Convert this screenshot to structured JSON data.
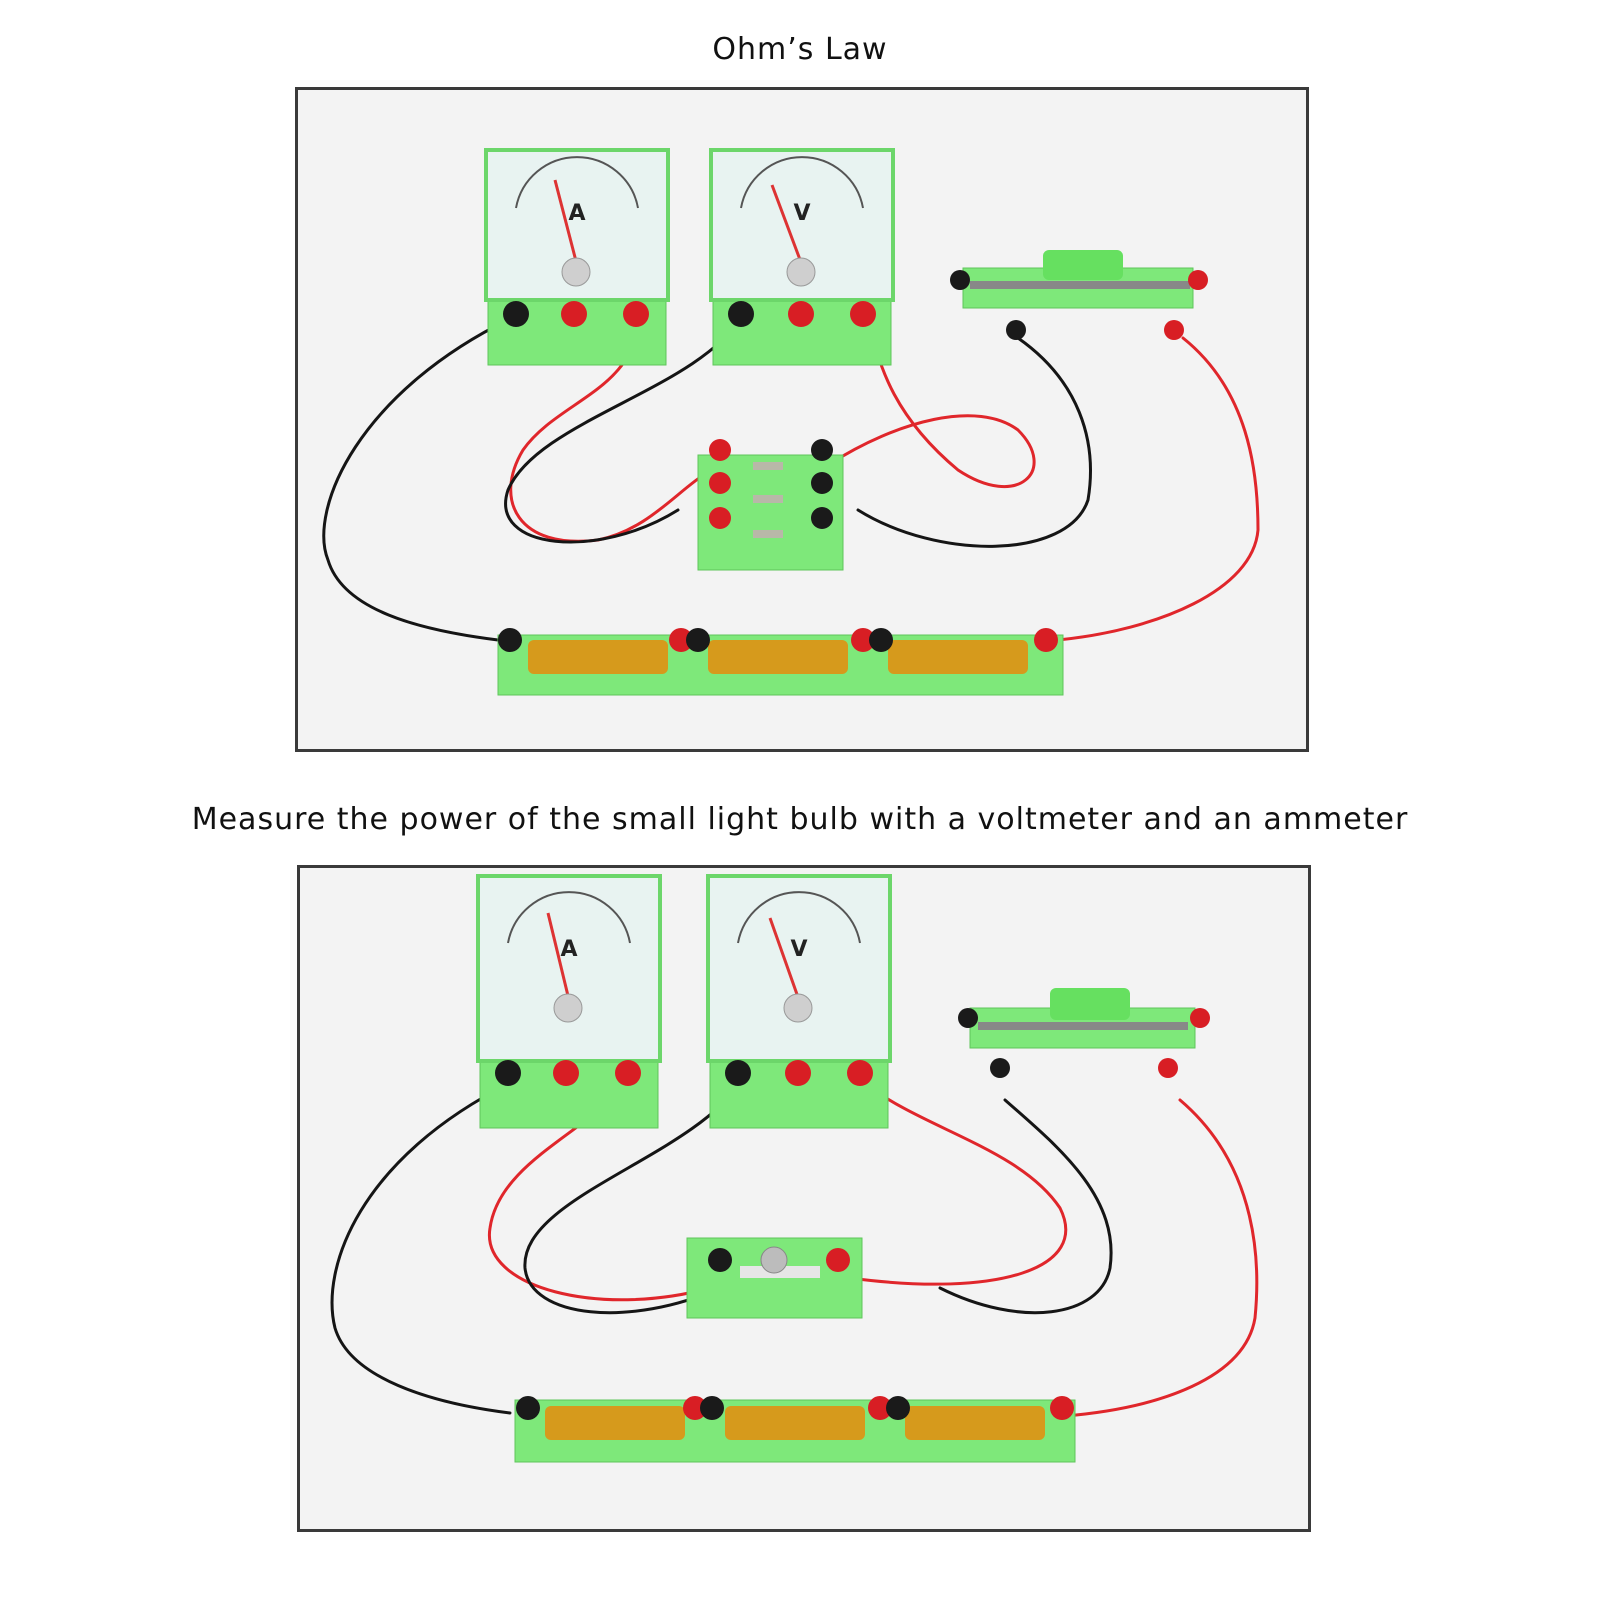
{
  "captions": {
    "top": "Ohm’s Law",
    "bottom": "Measure the power of the small light bulb with a voltmeter and an ammeter"
  },
  "meters": {
    "ammeter_symbol": "A",
    "voltmeter_symbol": "V"
  },
  "colors": {
    "frame_border": "#3a3a3a",
    "photo_background": "#f3f3f3",
    "component_green": "#7ee87a",
    "wire_red": "#e0262b",
    "wire_black": "#151515",
    "terminal_red": "#d81e24",
    "terminal_black": "#1a1a1a"
  }
}
